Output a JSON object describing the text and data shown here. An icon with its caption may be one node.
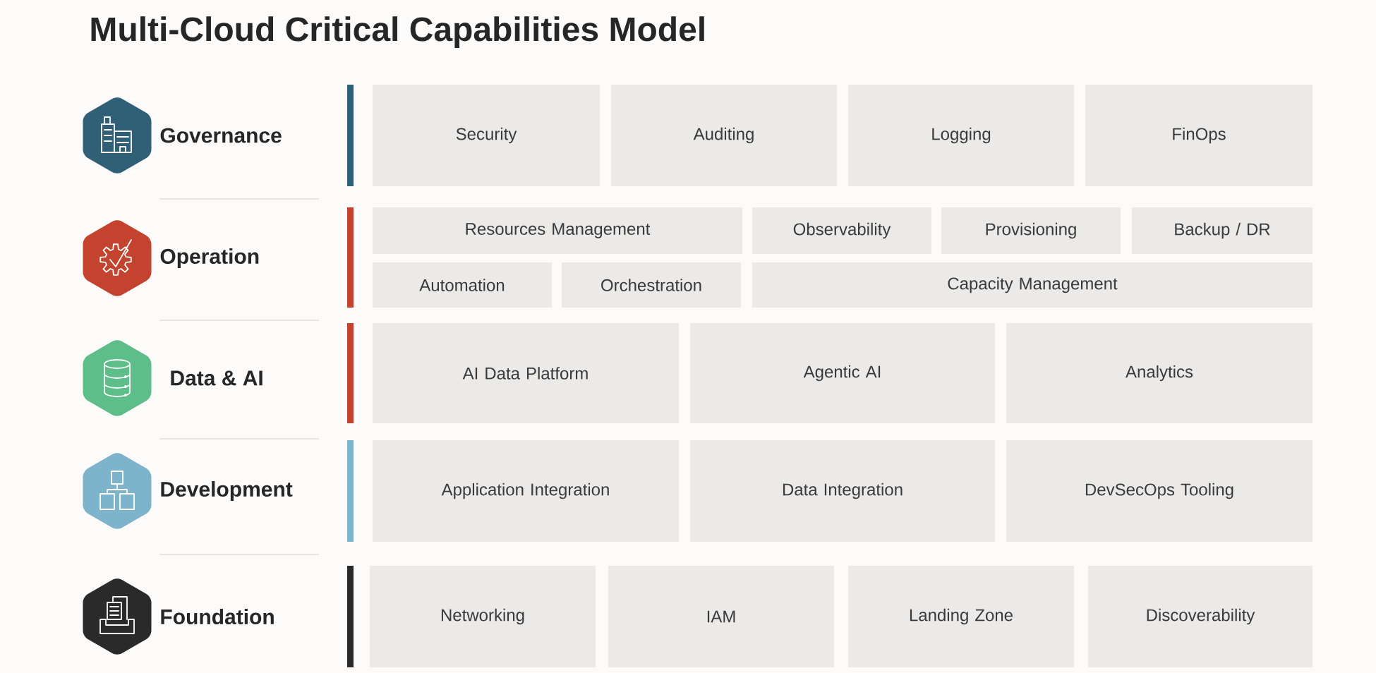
{
  "diagram": {
    "title": "Multi-Cloud Critical Capabilities Model",
    "nodes": [
      {
        "text": [
          "Governance"
        ]
      },
      {
        "text": [
          "Security"
        ]
      },
      {
        "text": [
          "Auditing"
        ]
      },
      {
        "text": [
          "Logging"
        ]
      },
      {
        "text": [
          "FinOps"
        ]
      },
      {
        "text": [
          "Operation"
        ]
      },
      {
        "text": [
          "Resources Management"
        ]
      },
      {
        "text": [
          "Observability"
        ]
      },
      {
        "text": [
          "Provisioning"
        ]
      },
      {
        "text": [
          "Backup / DR"
        ]
      },
      {
        "text": [
          "Automation"
        ]
      },
      {
        "text": [
          "Orchestration"
        ]
      },
      {
        "text": [
          "Capacity Management"
        ]
      },
      {
        "text": [
          "Data & AI"
        ]
      },
      {
        "text": [
          "AI Data Platform"
        ]
      },
      {
        "text": [
          "Agentic AI"
        ]
      },
      {
        "text": [
          "Analytics"
        ]
      },
      {
        "text": [
          "Development"
        ]
      },
      {
        "text": [
          "Application Integration"
        ]
      },
      {
        "text": [
          "Data Integration"
        ]
      },
      {
        "text": [
          "DevSecOps Tooling"
        ]
      },
      {
        "text": [
          "Foundation"
        ]
      },
      {
        "text": [
          "Networking"
        ]
      },
      {
        "text": [
          "IAM"
        ]
      },
      {
        "text": [
          "Landing Zone"
        ]
      },
      {
        "text": [
          "Discoverability"
        ]
      }
    ]
  }
}
